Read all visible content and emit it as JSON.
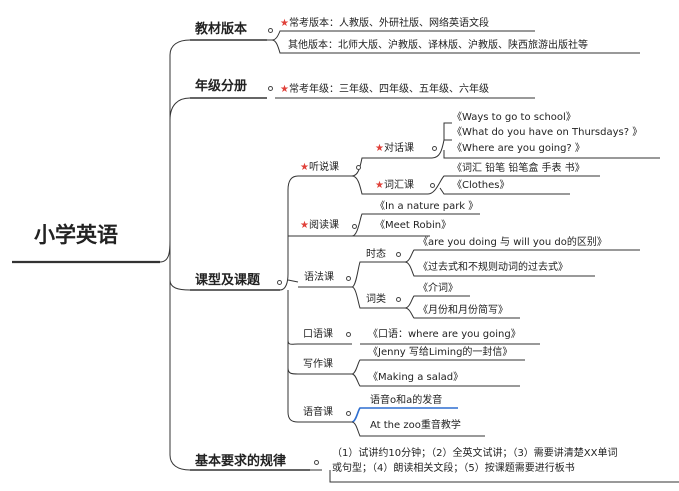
{
  "root": "小学英语",
  "branches": {
    "textbook": {
      "title": "教材版本",
      "item1": "常考版本：人教版、外研社版、网络英语文段",
      "item2": "其他版本：北师大版、沪教版、译林版、沪教版、陕西旅游出版社等"
    },
    "grades": {
      "title": "年级分册",
      "item1": "常考年级：三年级、四年级、五年级、六年级"
    },
    "courses": {
      "title": "课型及课题",
      "listening": {
        "label": "听说课",
        "dialogue": {
          "label": "对话课",
          "items": [
            "《Ways to go to school》",
            "《What do you have on Thursdays? 》",
            "《Where are you going? 》"
          ]
        },
        "vocab": {
          "label": "词汇课",
          "items": [
            "《词汇 铅笔 铅笔盒 手表 书》",
            "《Clothes》"
          ]
        }
      },
      "reading": {
        "label": "阅读课",
        "items": [
          "《In a nature park 》",
          "《Meet Robin》"
        ]
      },
      "grammar": {
        "label": "语法课",
        "tense": {
          "label": "时态",
          "items": [
            "《are you doing 与 will you do的区别》",
            "《过去式和不规则动词的过去式》"
          ]
        },
        "parts": {
          "label": "词类",
          "items": [
            "《介词》",
            "《月份和月份简写》"
          ]
        }
      },
      "oral": {
        "label": "口语课",
        "item": "《口语：where are you going》"
      },
      "writing": {
        "label": "写作课",
        "items": [
          "《Jenny 写给Liming的一封信》",
          "《Making a salad》"
        ]
      },
      "phonics": {
        "label": "语音课",
        "items": [
          "语音o和a的发音",
          "At the zoo重音教学"
        ]
      }
    },
    "rules": {
      "title": "基本要求的规律",
      "line1": "（1）试讲约10分钟；（2）全英文试讲；（3）需要讲清楚XX单词",
      "line2": "或句型；（4）朗读相关文段；（5）按课题需要进行板书"
    }
  },
  "colors": {
    "star": "#e0413a",
    "accent": "#2f6fd0"
  },
  "icons": {
    "star": "star-icon"
  }
}
